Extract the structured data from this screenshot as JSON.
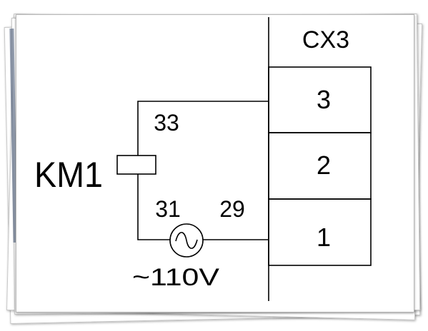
{
  "connector": {
    "name": "CX3",
    "pins": [
      "3",
      "2",
      "1"
    ]
  },
  "coil": {
    "label": "KM1"
  },
  "wires": {
    "top": "33",
    "left_bottom": "31",
    "right_bottom": "29"
  },
  "source": {
    "label": "~110V"
  }
}
